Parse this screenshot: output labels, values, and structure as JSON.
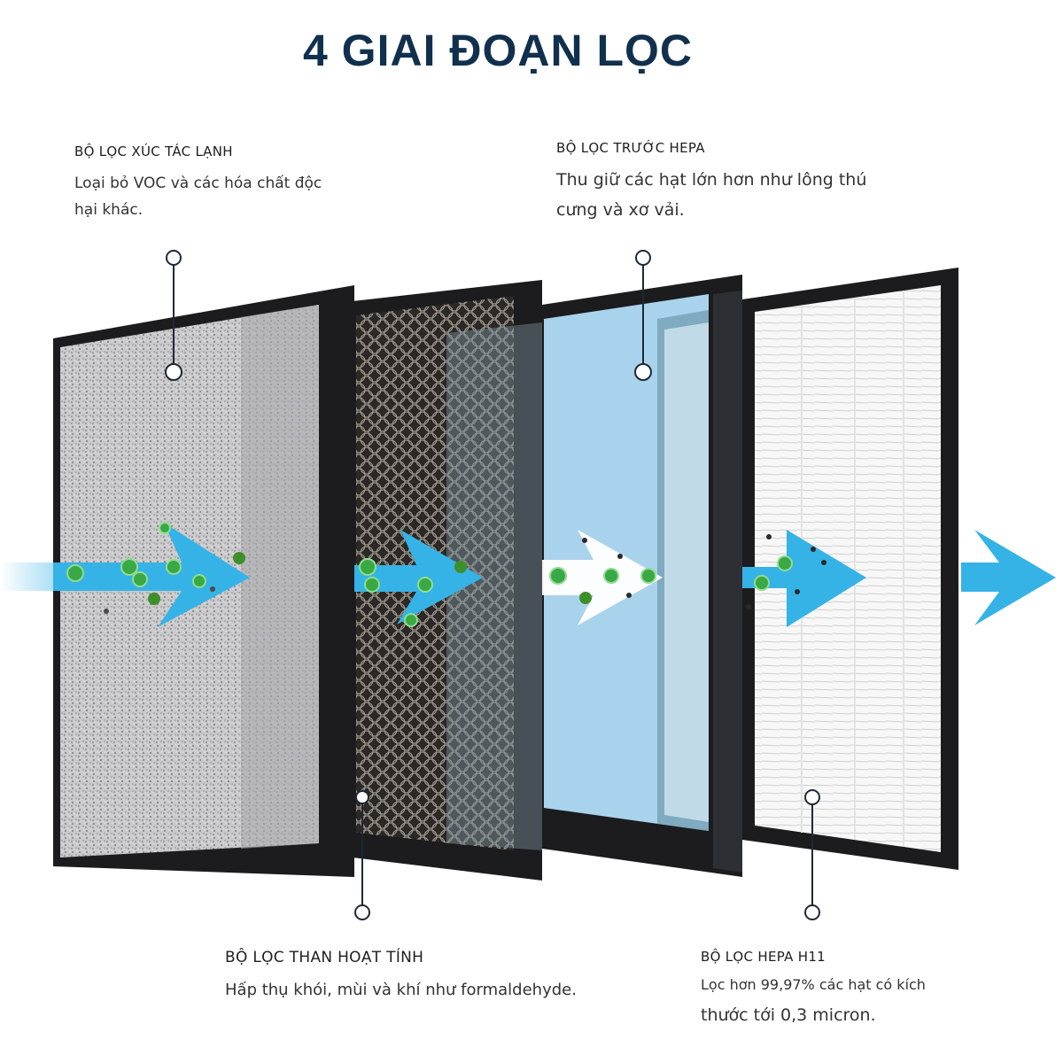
{
  "title": "4 GIAI ĐOẠN LỌC",
  "stages": [
    {
      "heading": "BỘ LỌC XÚC TÁC LẠNH",
      "description": "Loại bỏ VOC và các hóa chất độc hại khác.",
      "line1": "Loại bỏ VOC và các hóa chất độc",
      "line2": "hại khác."
    },
    {
      "heading": "BỘ LỌC TRƯỚC HEPA",
      "line1": "Thu giữ các hạt lớn hơn như lông thú",
      "line2": "cưng và xơ vải."
    },
    {
      "heading": "BỘ LỌC THAN HOẠT TÍNH",
      "line1": "Hấp thụ khói, mùi và khí như formaldehyde."
    },
    {
      "heading": "BỘ LỌC HEPA H11",
      "line1": "Lọc hơn 99,97% các hạt có kích",
      "line2": "thước tới 0,3 micron."
    }
  ],
  "colors": {
    "title": "#10304d",
    "frame": "#1c1b1d",
    "airflow_arrow": "#35b3e6",
    "blue_media": "#a9d3ec",
    "particle_green": "#3aa845"
  }
}
